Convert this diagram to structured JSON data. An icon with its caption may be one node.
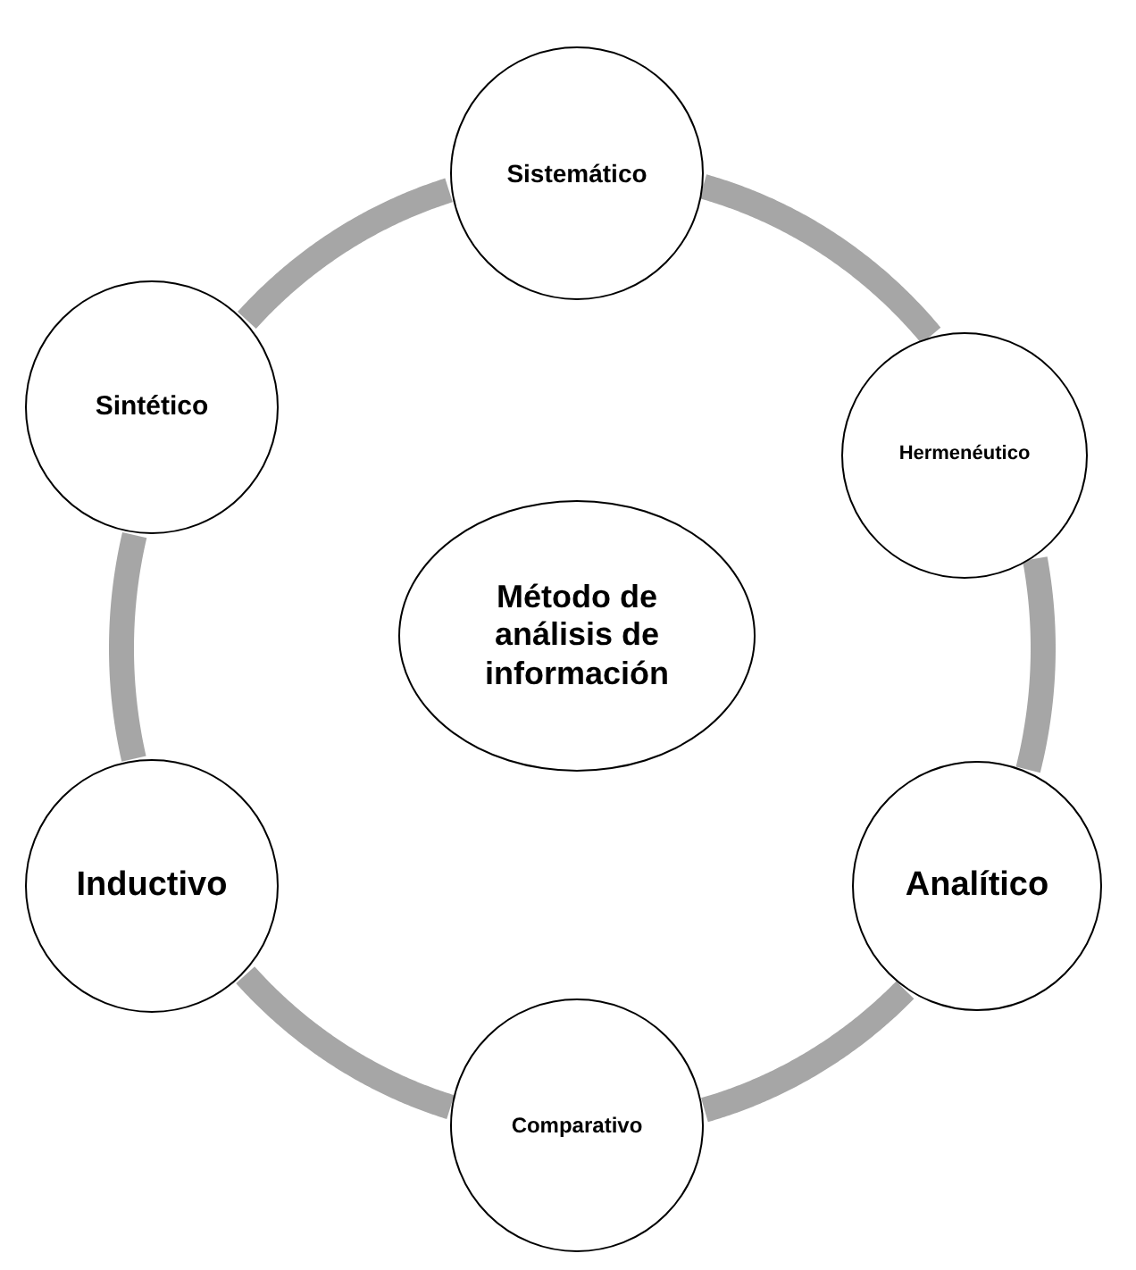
{
  "diagram": {
    "nodes": [
      {
        "text": [
          "Método de análisis de información"
        ]
      },
      {
        "text": [
          "Sistemático"
        ]
      },
      {
        "text": [
          "Hermenéutico"
        ]
      },
      {
        "text": [
          "Analítico"
        ]
      },
      {
        "text": [
          "Comparativo"
        ]
      },
      {
        "text": [
          "Inductivo"
        ]
      },
      {
        "text": [
          "Sintético"
        ]
      }
    ],
    "edges": [
      {
        "from": 1,
        "to": 2,
        "arrow": "none"
      },
      {
        "from": 2,
        "to": 3,
        "arrow": "none"
      },
      {
        "from": 3,
        "to": 4,
        "arrow": "none"
      },
      {
        "from": 4,
        "to": 5,
        "arrow": "none"
      },
      {
        "from": 5,
        "to": 6,
        "arrow": "none"
      },
      {
        "from": 6,
        "to": 1,
        "arrow": "none"
      }
    ]
  }
}
